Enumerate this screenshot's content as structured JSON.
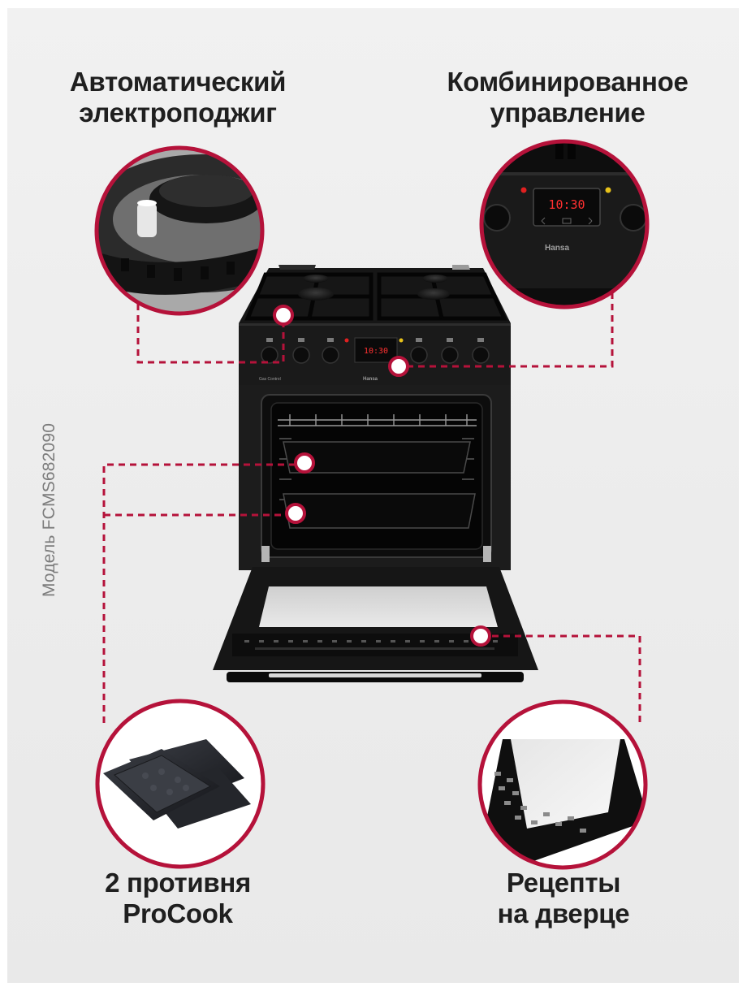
{
  "features": {
    "ignition": {
      "line1": "Автоматический",
      "line2": "электроподжиг"
    },
    "control": {
      "line1": "Комбинированное",
      "line2": "управление"
    },
    "trays": {
      "line1": "2 противня",
      "line2": "ProCook"
    },
    "recipes": {
      "line1": "Рецепты",
      "line2": "на дверце"
    }
  },
  "model": "Модель FCMS682090",
  "panel": {
    "timer_display": "10:30",
    "display_small": "10:30",
    "brand": "Hansa",
    "gas_control": "Gas Control"
  },
  "colors": {
    "accent": "#b5123a",
    "appliance": "#1c1c1c",
    "display_digits": "#ff3030"
  }
}
